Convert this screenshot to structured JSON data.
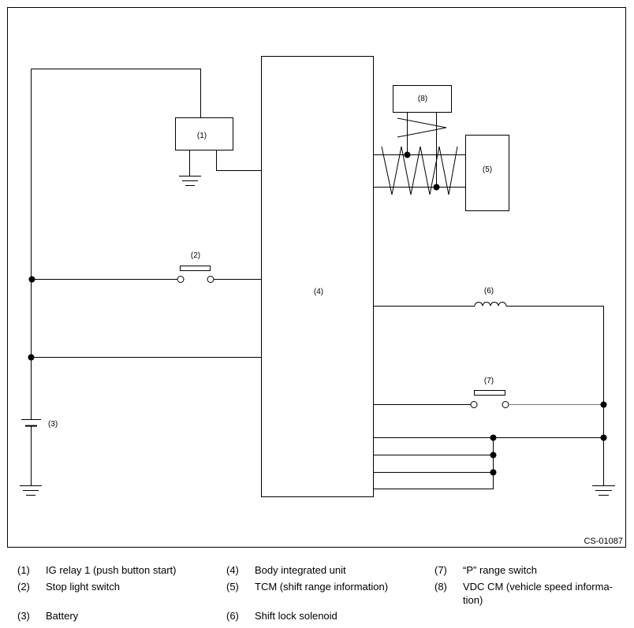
{
  "labels": {
    "ig_relay": "(1)",
    "stop_light_switch": "(2)",
    "battery": "(3)",
    "body_unit": "(4)",
    "tcm": "(5)",
    "shift_lock_solenoid": "(6)",
    "p_range_switch": "(7)",
    "vdc_cm": "(8)"
  },
  "figure_code": "CS-01087",
  "legend": [
    {
      "num": "(1)",
      "text": "IG relay 1 (push button start)"
    },
    {
      "num": "(2)",
      "text": "Stop light switch"
    },
    {
      "num": "(3)",
      "text": "Battery"
    },
    {
      "num": "(4)",
      "text": "Body integrated unit"
    },
    {
      "num": "(5)",
      "text": "TCM (shift range information)"
    },
    {
      "num": "(6)",
      "text": "Shift lock solenoid"
    },
    {
      "num": "(7)",
      "text": "“P” range switch"
    },
    {
      "num": "(8)",
      "text": "VDC CM (vehicle speed informa-tion)"
    }
  ]
}
